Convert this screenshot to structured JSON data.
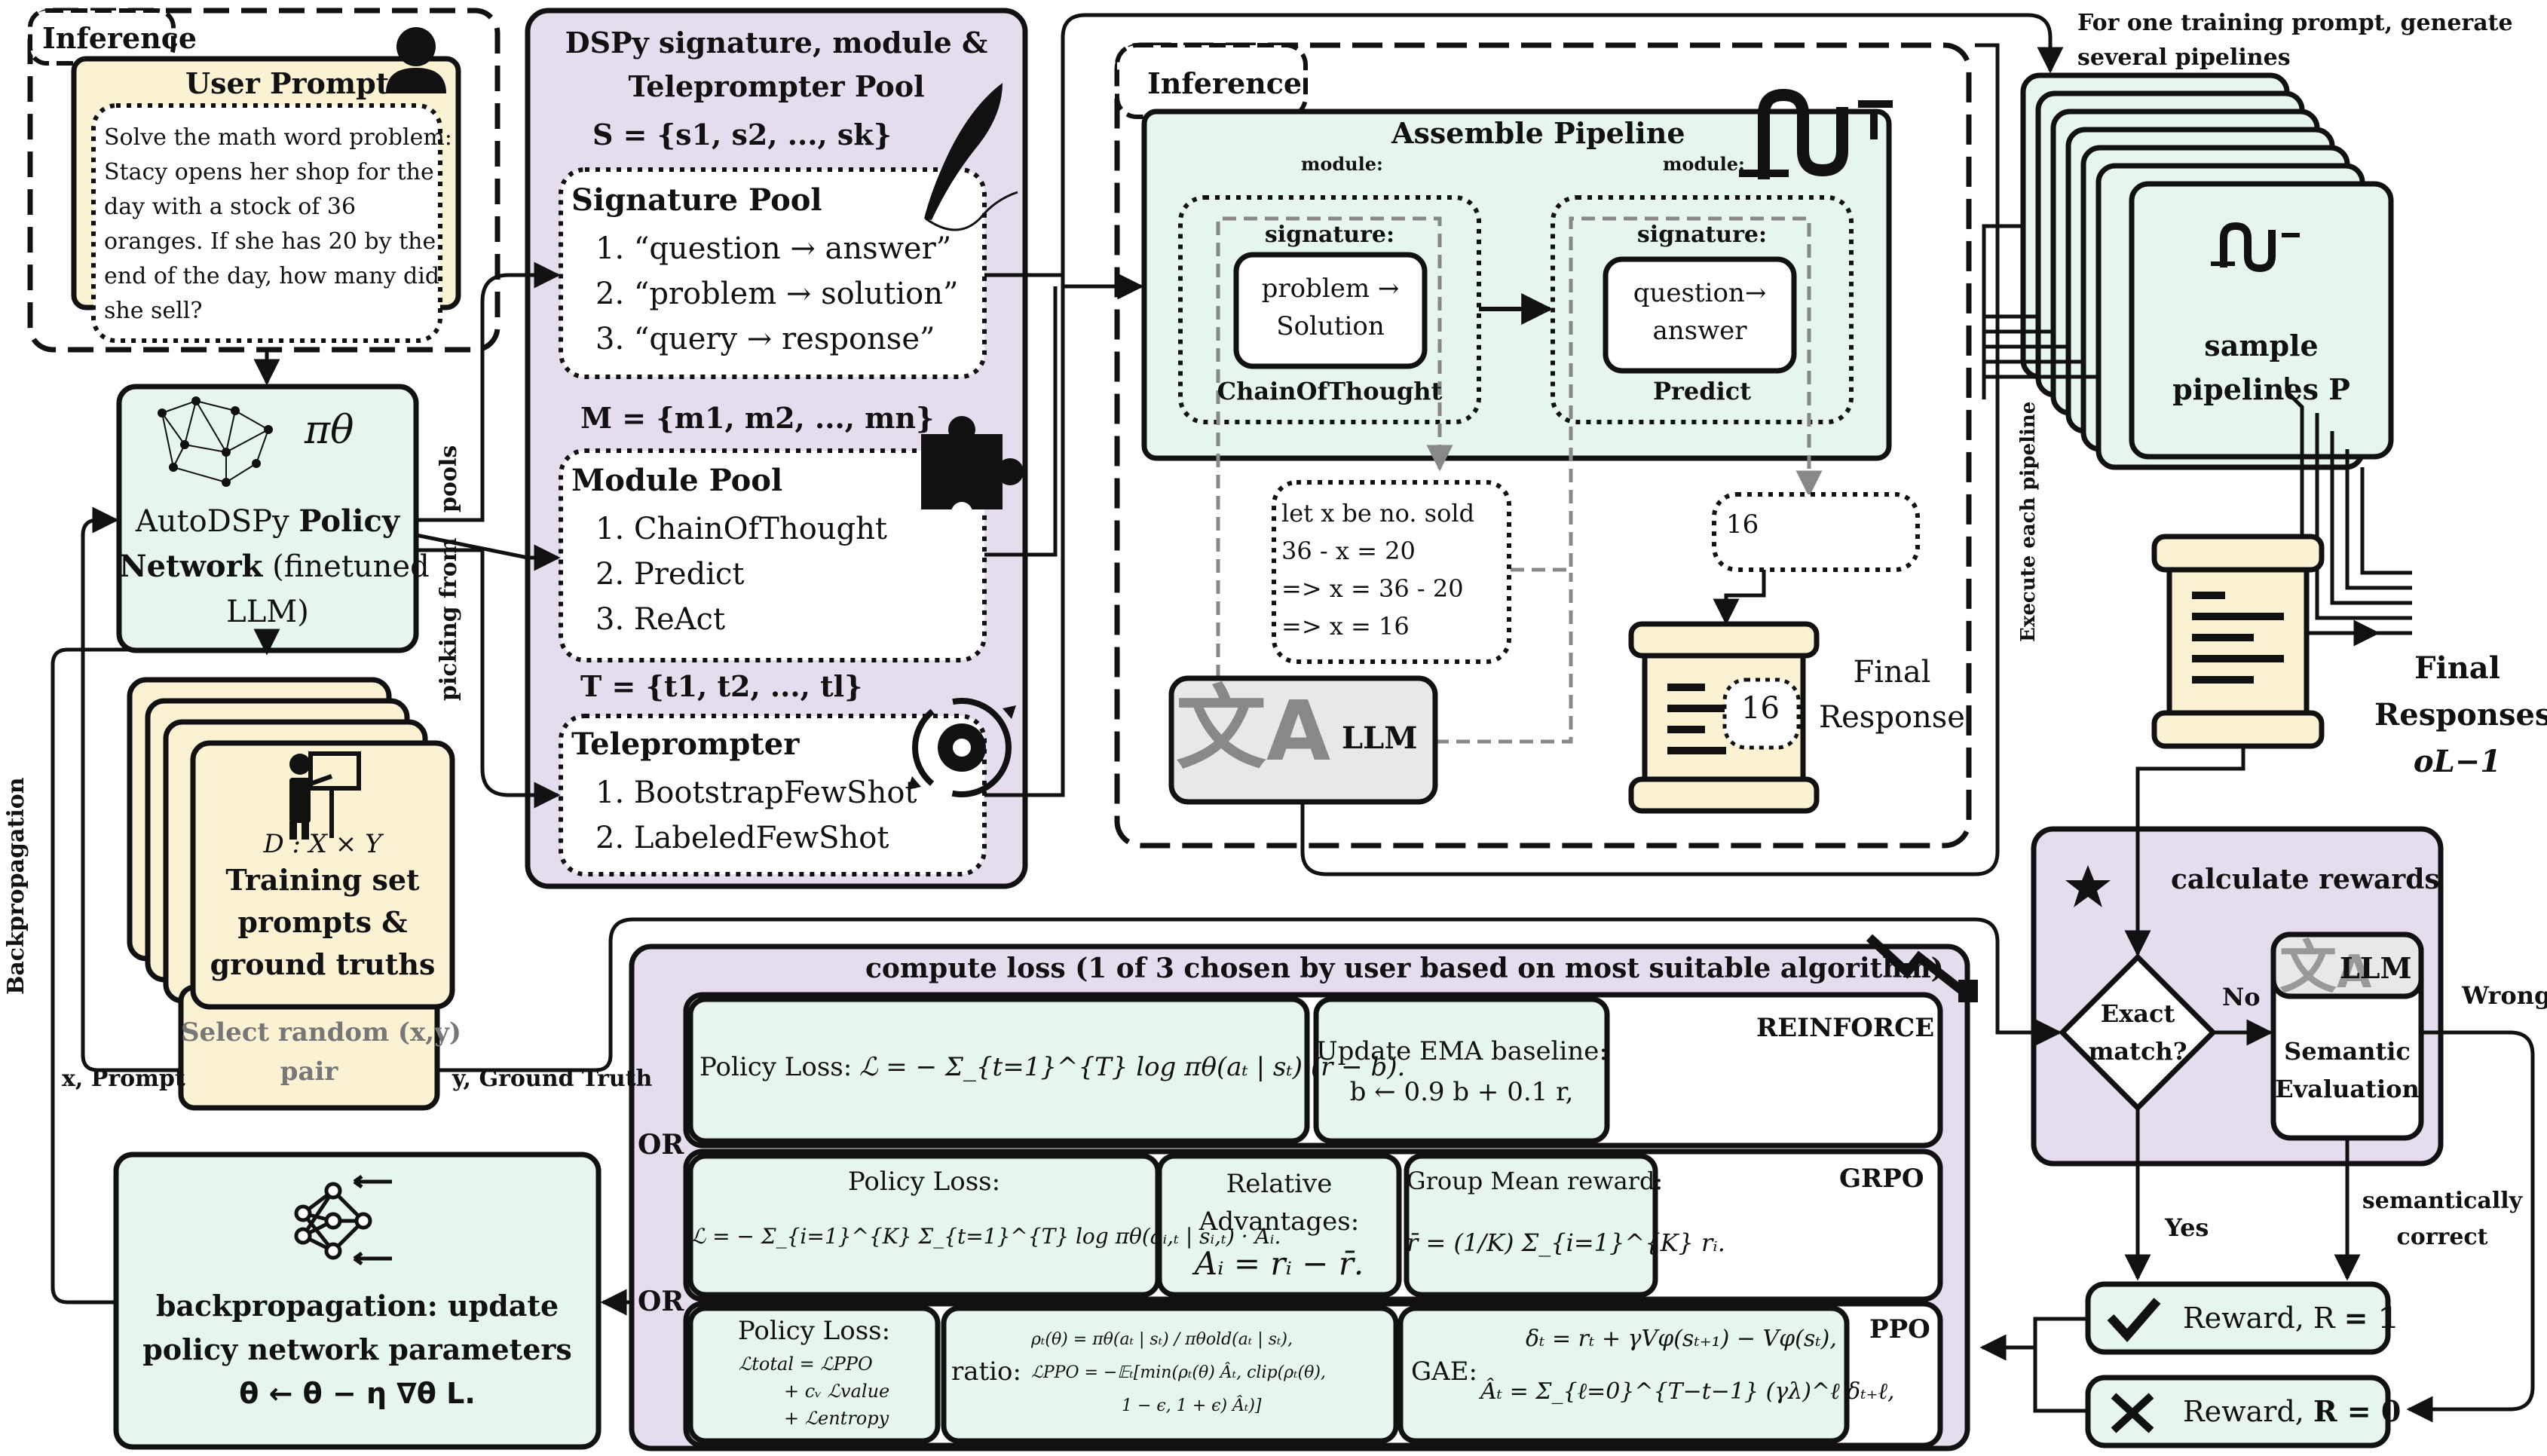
{
  "inference_left": {
    "tag": "Inference",
    "user_prompt_title": "User Prompt",
    "prompt_lines": [
      "Solve the math word problem:",
      "Stacy opens her shop for the",
      "day with a stock of 36",
      "oranges. If she has 20 by the",
      "end of the day, how many did",
      "she sell?"
    ]
  },
  "policy": {
    "symbol": "πθ",
    "line1_plain": "AutoDSPy ",
    "line1_bold": "Policy",
    "line2_bold": "Network",
    "line2_plain": " (finetuned",
    "line3": "LLM)"
  },
  "training": {
    "formula": "D : X × Y",
    "lines": [
      "Training set",
      "prompts &",
      "ground truths"
    ],
    "select_lines": [
      "Select random (x,y)",
      "pair"
    ],
    "x_label": "x, Prompt",
    "y_label": "y, Ground Truth"
  },
  "left_labels": {
    "backprop": "Backpropagation",
    "picking": "picking from",
    "pools": "pools"
  },
  "pool": {
    "title_lines": [
      "DSPy signature, module &",
      "Teleprompter Pool"
    ],
    "s_def": "S = {s1, s2, ..., sk}",
    "sig_title": "Signature Pool",
    "sig_items": [
      "1. “question → answer”",
      "2. “problem → solution”",
      "3.  “query → response”"
    ],
    "m_def": "M = {m1, m2, ..., mn}",
    "mod_title": "Module Pool",
    "mod_items": [
      "1. ChainOfThought",
      "2. Predict",
      "3. ReAct"
    ],
    "t_def": "T = {t1, t2, ..., tl}",
    "tele_title": "Teleprompter",
    "tele_items": [
      "1. BootstrapFewShot",
      "2. LabeledFewShot"
    ]
  },
  "inference_mid": {
    "tag": "Inference",
    "assemble_title": "Assemble Pipeline",
    "module_label_1": "module:",
    "module_label_2": "module:",
    "signature_label_1": "signature:",
    "signature_label_2": "signature:",
    "sig1_lines": [
      "problem →",
      "Solution"
    ],
    "sig2_lines": [
      "question→",
      "answer"
    ],
    "module1_name": "ChainOfThought",
    "module2_name": "Predict",
    "reasoning_lines": [
      "let x be no. sold",
      "36 - x = 20",
      "=> x = 36 - 20",
      "=> x = 16"
    ],
    "answer": "16",
    "scroll_value": "16",
    "final_response_lines": [
      "Final",
      "Response"
    ],
    "llm_label": "LLM"
  },
  "pipelines": {
    "top_caption_lines": [
      "For one training prompt, generate",
      "several pipelines"
    ],
    "execute_label": "Execute each pipeline",
    "sample_lines": [
      "sample",
      "pipelines P"
    ],
    "final_responses_lines": [
      "Final",
      "Responses"
    ],
    "final_responses_sub": "oL−1"
  },
  "rewards": {
    "title": "calculate rewards",
    "exact_lines": [
      "Exact",
      "match?"
    ],
    "no": "No",
    "yes": "Yes",
    "llm_label": "LLM",
    "semantic_lines": [
      "Semantic",
      "Evaluation"
    ],
    "wrong": "Wrong",
    "semantically_lines": [
      "semantically",
      "correct"
    ],
    "reward1_prefix": "Reward, R ",
    "reward1_bold": "= 1",
    "reward0_prefix": "Reward, ",
    "reward0_bold": "R = 0"
  },
  "loss": {
    "title": "compute loss (1 of 3 chosen by user based on most suitable algorithm)",
    "or1": "OR",
    "or2": "OR",
    "reinforce_tag": "REINFORCE",
    "reinforce_policy_label": "Policy Loss:",
    "reinforce_formula": "ℒ = − Σ_{t=1}^{T} log πθ(aₜ | sₜ) (r − b).",
    "ema_line1": "Update EMA baseline:",
    "ema_line2": "b ← 0.9 b + 0.1 r,",
    "grpo_tag": "GRPO",
    "grpo_policy_label": "Policy Loss:",
    "grpo_formula": "ℒ = − Σ_{i=1}^{K} Σ_{t=1}^{T} log πθ(aᵢ,ₜ | sᵢ,ₜ) · Aᵢ.",
    "rel_lines": [
      "Relative",
      "Advantages:"
    ],
    "rel_formula": "Aᵢ = rᵢ − r̄.",
    "group_label": "Group Mean reward:",
    "group_formula": "r̄ = (1/K) Σ_{i=1}^{K} rᵢ.",
    "ppo_tag": "PPO",
    "ppo_policy_label": "Policy Loss:",
    "ppo_total_lines": [
      "ℒtotal = ℒPPO",
      "+ cᵥ ℒvalue",
      "+ ℒentropy"
    ],
    "ratio_label": "ratio:",
    "ratio_lines": [
      "ρₜ(θ) = πθ(aₜ | sₜ) / πθold(aₜ | sₜ),",
      "ℒPPO = −𝔼ₜ[min(ρₜ(θ) Âₜ, clip(ρₜ(θ),",
      "1 − ϵ, 1 + ϵ) Âₜ)]"
    ],
    "gae_label": "GAE:",
    "gae_lines": [
      "δₜ = rₜ + γVφ(sₜ₊₁) − Vφ(sₜ),",
      "Âₜ = Σ_{ℓ=0}^{T−t−1} (γλ)^ℓ δₜ₊ℓ,"
    ]
  },
  "backprop": {
    "lines": [
      "backpropagation: update",
      "policy network parameters"
    ],
    "formula": "θ ← θ − η ∇θ L."
  },
  "colors": {
    "green": "#e6f6ec",
    "cream": "#fbf1d3",
    "lavender": "#e5dcee",
    "stroke": "#111111",
    "dashed_gray": "#888888"
  }
}
